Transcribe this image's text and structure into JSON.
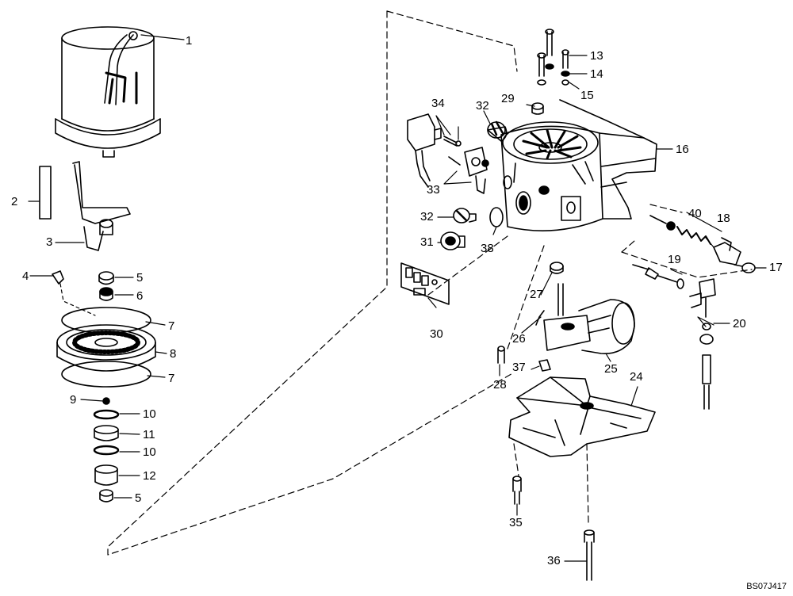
{
  "labels": {
    "p1": "1",
    "p2": "2",
    "p3": "3",
    "p4": "4",
    "p5a": "5",
    "p5b": "5",
    "p6": "6",
    "p7a": "7",
    "p7b": "7",
    "p8": "8",
    "p9": "9",
    "p10a": "10",
    "p10b": "10",
    "p11": "11",
    "p12": "12",
    "p13": "13",
    "p14": "14",
    "p15": "15",
    "p16": "16",
    "p17": "17",
    "p18": "18",
    "p19": "19",
    "p20": "20",
    "p24": "24",
    "p25": "25",
    "p26": "26",
    "p27": "27",
    "p28": "28",
    "p29": "29",
    "p30": "30",
    "p31": "31",
    "p32a": "32",
    "p32b": "32",
    "p33": "33",
    "p34": "34",
    "p35": "35",
    "p36": "36",
    "p37": "37",
    "p38": "38",
    "p40": "40"
  },
  "drawing_code": "BS07J417"
}
